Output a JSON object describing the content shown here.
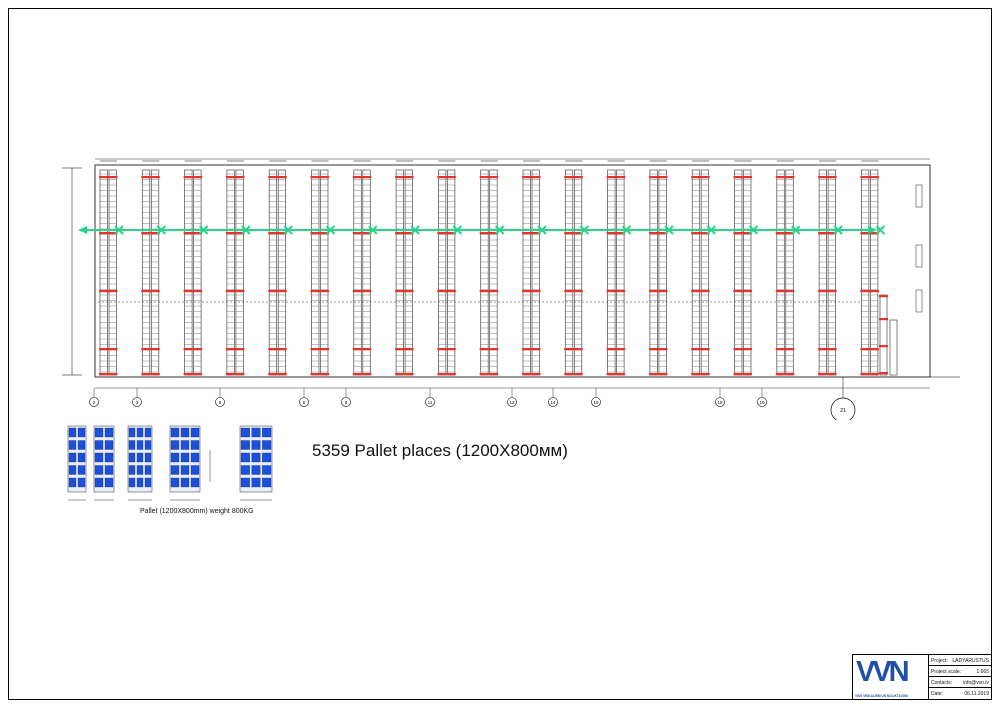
{
  "headline": "5359 Pallet places (1200X800мм)",
  "legend": {
    "caption": "Pallet (1200X800mm) weight 800KG"
  },
  "title_block": {
    "logo": "VVN",
    "logo_subtitle": "VISS VEIKALIEM UN NOLIKTAVĀM",
    "rows": [
      {
        "label": "Project:",
        "value": "LADYARUSTUS"
      },
      {
        "label": "Project scale:",
        "value": "1:665"
      },
      {
        "label": "Contacts:",
        "value": "info@vvn.lv"
      },
      {
        "label": "Date:",
        "value": "06.11.2019"
      }
    ]
  },
  "plan": {
    "aisle_markers": [
      "2",
      "3",
      "5",
      "6",
      "8",
      "11",
      "13",
      "14",
      "15",
      "18",
      "19"
    ],
    "column_label": "21",
    "colors": {
      "rack": "#4a4a4a",
      "beam_end": "#e8332a",
      "aisle_arrow": "#2bd38a",
      "legend_blue": "#1d4fd8"
    }
  }
}
